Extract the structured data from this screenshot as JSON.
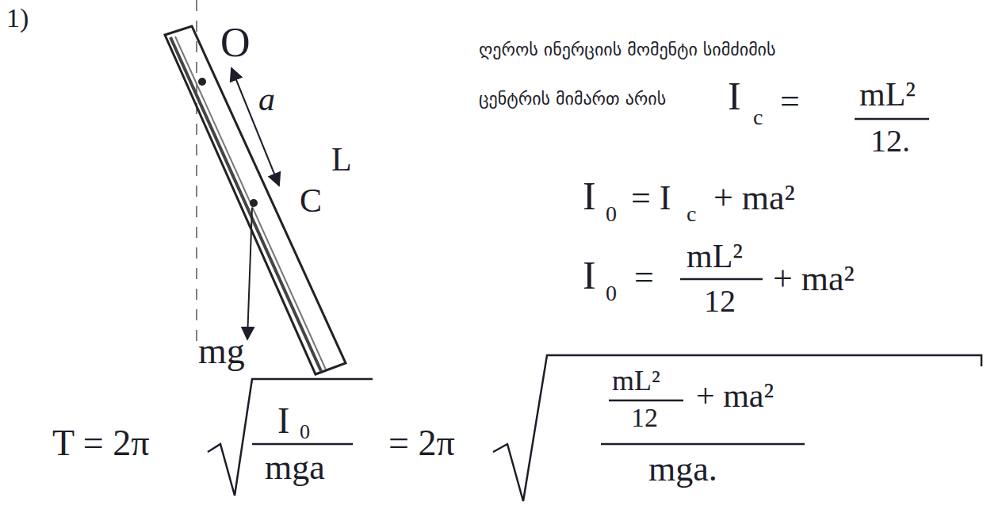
{
  "diagram": {
    "labels": [
      "1)",
      "O",
      "a",
      "L",
      "C",
      "mg",
      "ღეროს ინერციის მომენტი სიმძიმის",
      "ცენტრის მიმართ არის",
      "I",
      "c",
      "=",
      "mL²",
      "12.",
      "I",
      "0",
      "= I",
      "c",
      "+ ma²",
      "I",
      "0",
      "=",
      "mL²",
      "12",
      "+ ma²",
      "T = 2π",
      "I",
      "0",
      "mga",
      "= 2π",
      "mL²",
      "12",
      "+ ma²",
      "mga."
    ]
  }
}
